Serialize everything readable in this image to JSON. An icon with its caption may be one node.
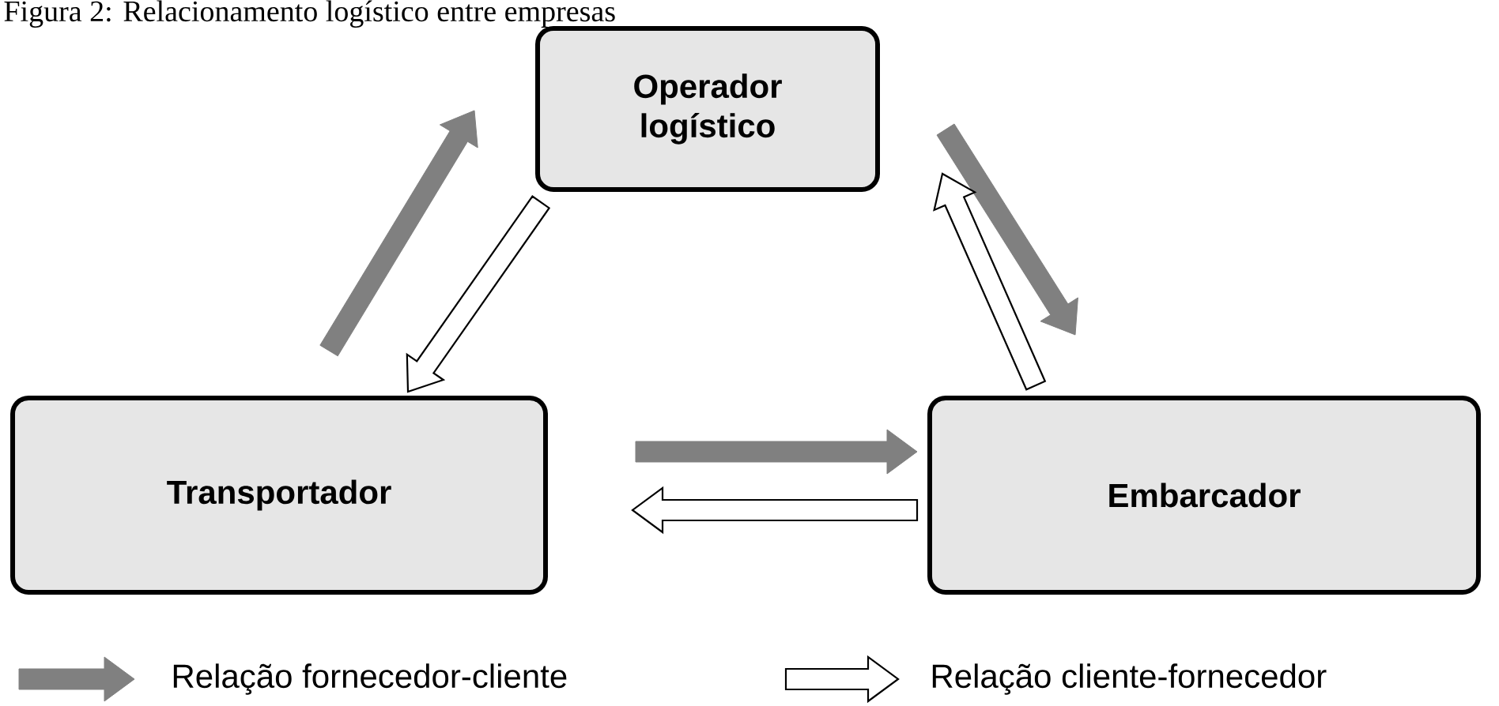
{
  "diagram": {
    "title": "Figura 2: Relacionamento logístico entre empresas",
    "nodes": [
      {
        "text": [
          "Operador logístico"
        ]
      },
      {
        "text": [
          "Transportador"
        ]
      },
      {
        "text": [
          "Embarcador"
        ]
      }
    ],
    "edges": [
      {
        "from": 1,
        "to": 0,
        "arrow": "to",
        "color": "#808080"
      },
      {
        "from": 0,
        "to": 1,
        "arrow": "to",
        "color": "#ffffff"
      },
      {
        "from": 0,
        "to": 2,
        "arrow": "to",
        "color": "#808080"
      },
      {
        "from": 2,
        "to": 0,
        "arrow": "to",
        "color": "#ffffff"
      },
      {
        "from": 1,
        "to": 2,
        "arrow": "to",
        "color": "#808080"
      },
      {
        "from": 2,
        "to": 1,
        "arrow": "to",
        "color": "#ffffff"
      }
    ],
    "legend": [
      {
        "text": "Relação fornecedor-cliente",
        "color": "#808080"
      },
      {
        "text": "Relação cliente-fornecedor"
      }
    ]
  }
}
